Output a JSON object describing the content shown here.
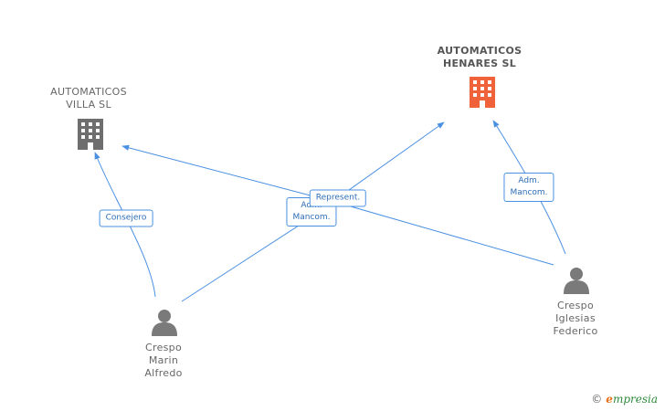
{
  "nodes": {
    "villa": {
      "lines": [
        "AUTOMATICOS",
        "VILLA  SL"
      ],
      "icon": "building-icon",
      "color": "#6e6e6e"
    },
    "henares": {
      "lines": [
        "AUTOMATICOS",
        "HENARES SL"
      ],
      "icon": "building-icon",
      "color": "#f0623a"
    },
    "alfredo": {
      "lines": [
        "Crespo",
        "Marin",
        "Alfredo"
      ],
      "icon": "person-icon",
      "color": "#7a7a7a"
    },
    "federico": {
      "lines": [
        "Crespo",
        "Iglesias",
        "Federico"
      ],
      "icon": "person-icon",
      "color": "#7a7a7a"
    }
  },
  "edges": {
    "consejero": {
      "lines": [
        "Consejero"
      ]
    },
    "adm_left": {
      "lines": [
        "Adm.",
        "Mancom."
      ]
    },
    "represent": {
      "lines": [
        "Represent."
      ]
    },
    "adm_right": {
      "lines": [
        "Adm.",
        "Mancom."
      ]
    }
  },
  "colors": {
    "edge": "#4a90e2"
  },
  "brand": {
    "copyright": "©",
    "initial": "e",
    "name": "mpresia"
  }
}
